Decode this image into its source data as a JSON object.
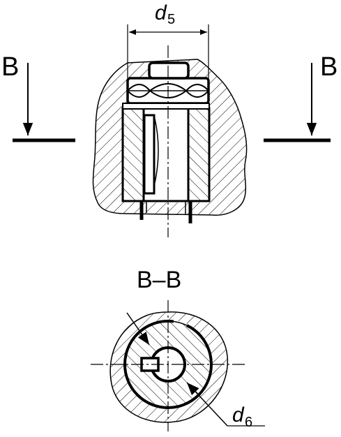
{
  "labels": {
    "d5": "d",
    "d5_sub": "5",
    "d6": "d",
    "d6_sub": "6",
    "cut_left": "B",
    "cut_right": "B",
    "section_title": "B–B"
  },
  "colors": {
    "line": "#000000",
    "background": "#ffffff"
  }
}
